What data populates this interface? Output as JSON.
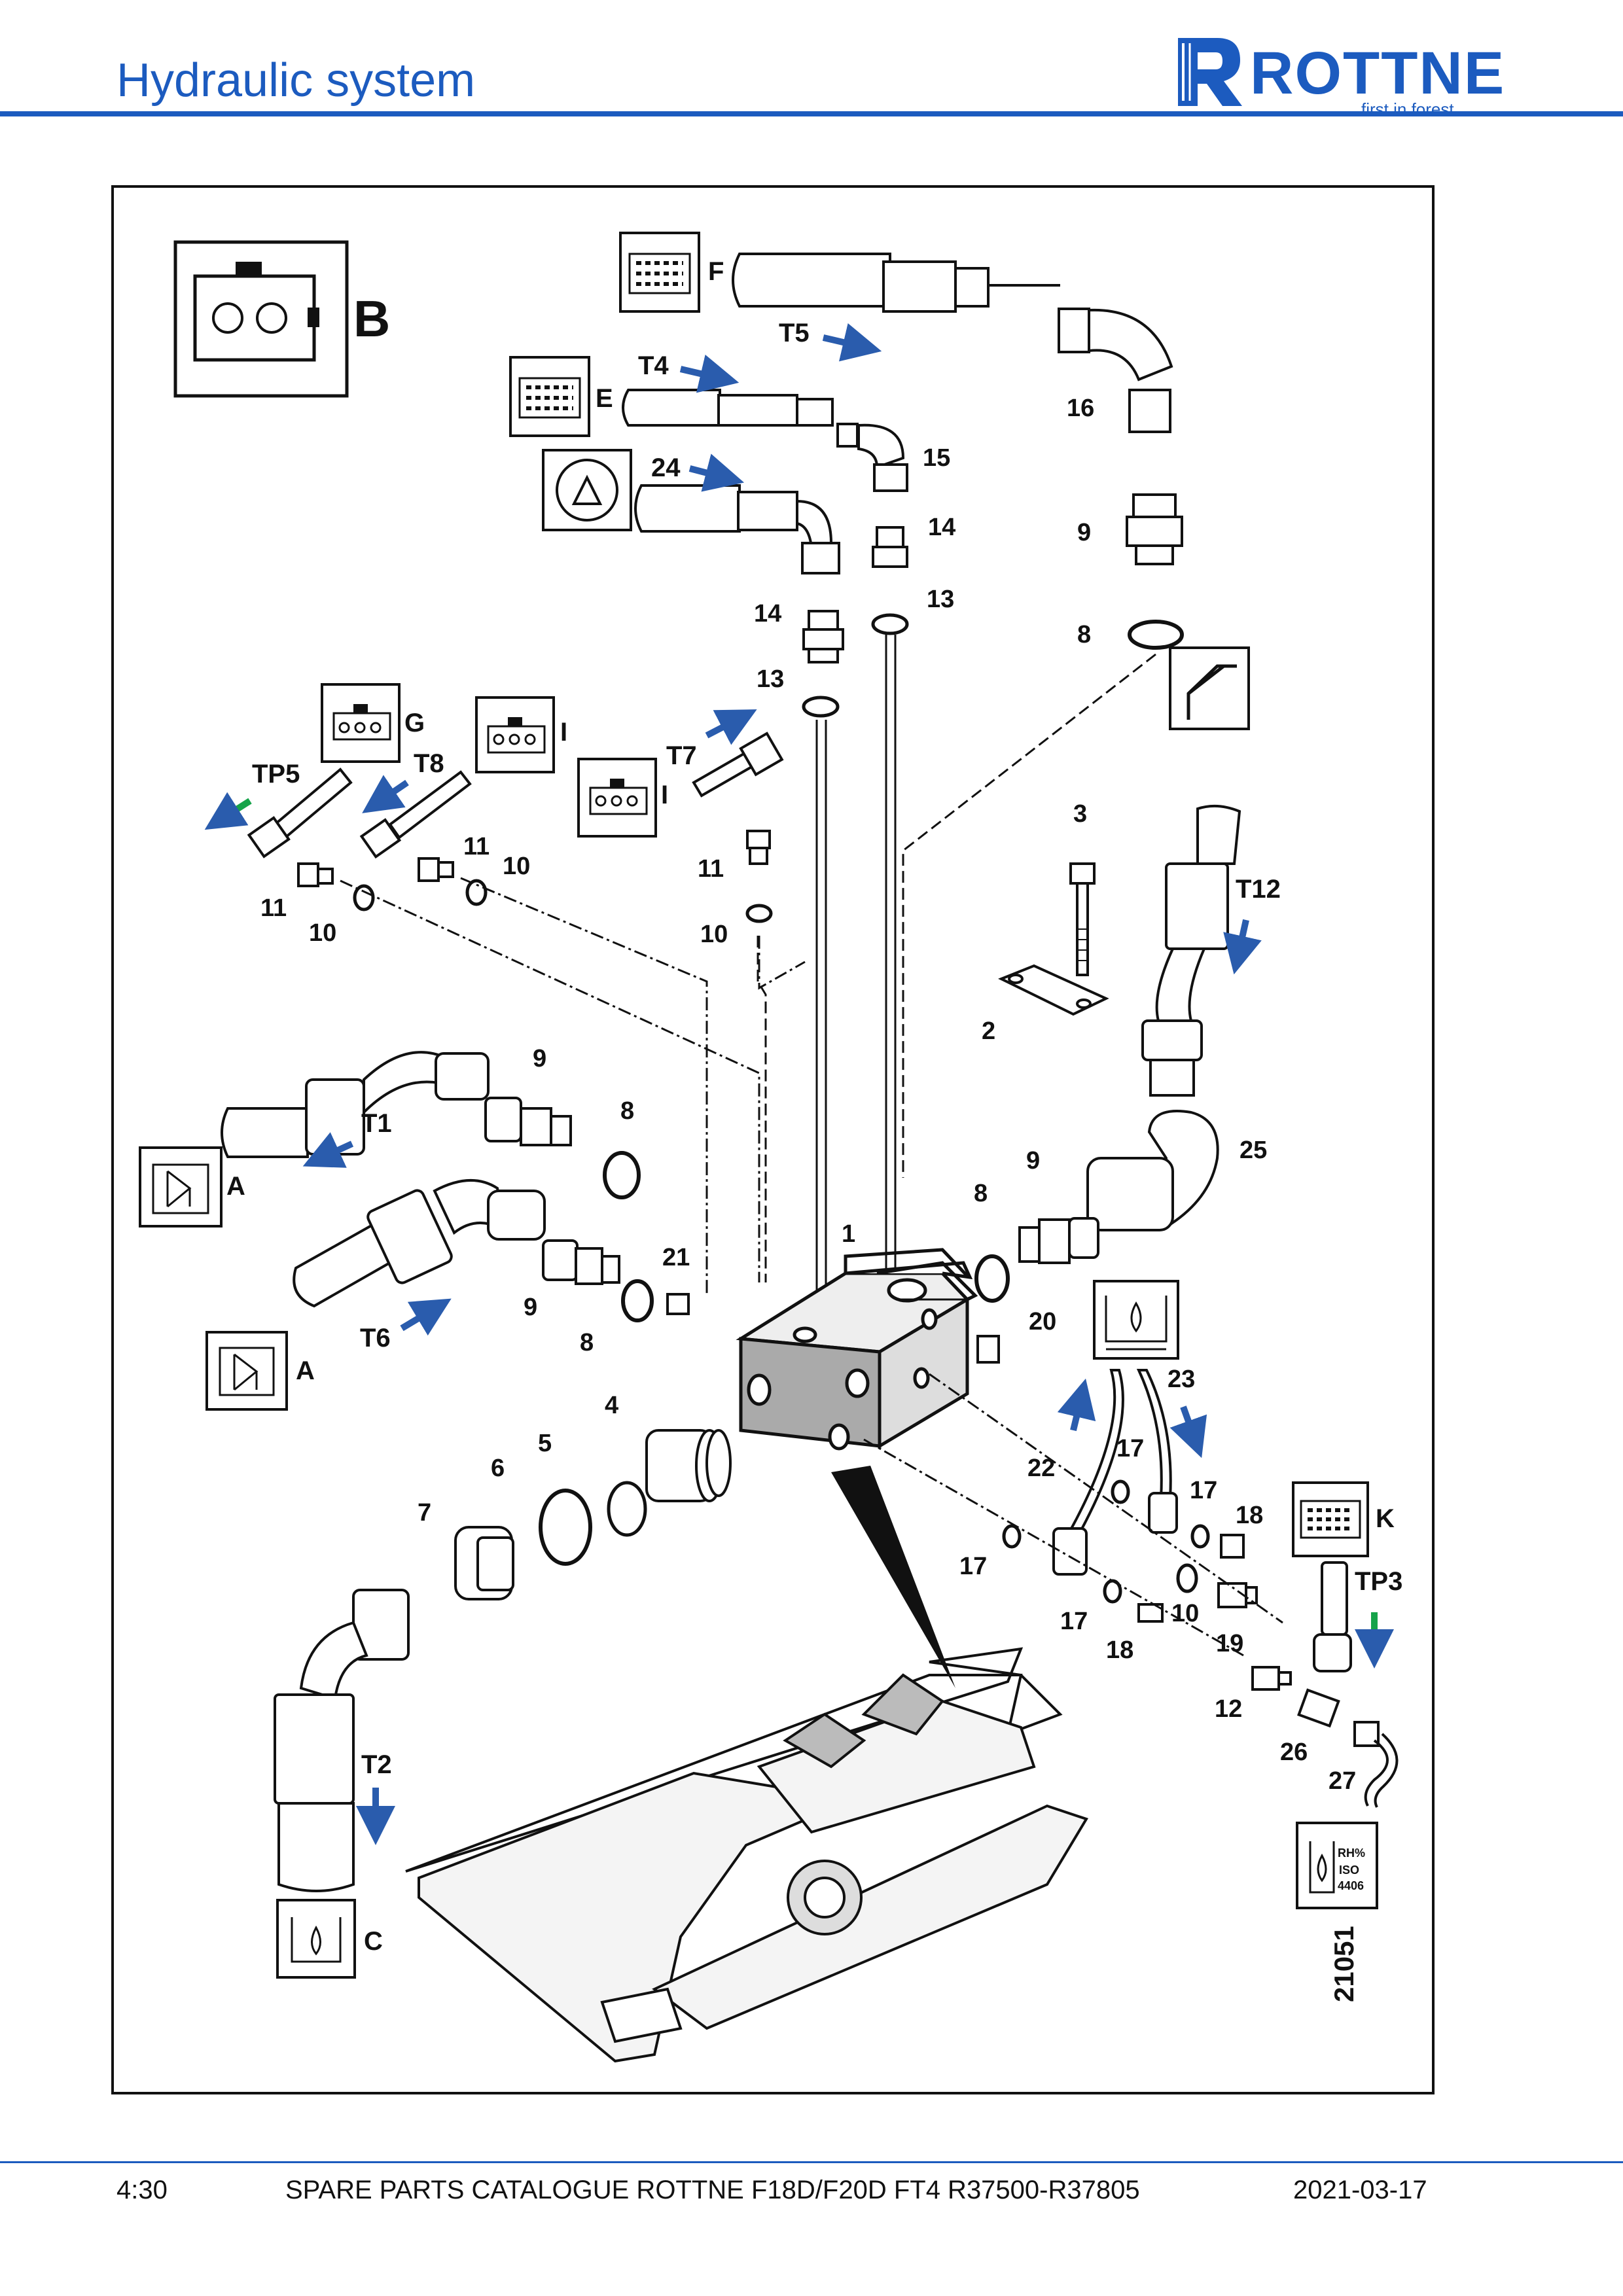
{
  "header": {
    "title": "Hydraulic system"
  },
  "logo": {
    "word": "ROTTNE",
    "tagline": "first in forest"
  },
  "colors": {
    "brand_blue": "#1c5bbf",
    "flow_arrow_blue": "#2a5cad",
    "flow_arrow_green": "#16a34a"
  },
  "diagram": {
    "box_labels": {
      "B": "B",
      "F": "F",
      "E": "E",
      "G": "G",
      "I1": "I",
      "I2": "I",
      "K": "K",
      "A1": "A",
      "A2": "A",
      "C": "C"
    },
    "sensor_text": {
      "rh": "RH%",
      "iso": "ISO",
      "num": "4406"
    },
    "hose_labels": {
      "T5": "T5",
      "T4": "T4",
      "T7": "T7",
      "T8": "T8",
      "TP5": "TP5",
      "T12": "T12",
      "T1": "T1",
      "T6": "T6",
      "T2": "T2",
      "TP3": "TP3"
    },
    "parts": {
      "p16": "16",
      "p15": "15",
      "p14a": "14",
      "p14b": "14",
      "p13a": "13",
      "p13b": "13",
      "p9a": "9",
      "p8a": "8",
      "p24": "24",
      "p3": "3",
      "p2": "2",
      "p25": "25",
      "p9b": "9",
      "p8b": "8",
      "p1": "1",
      "p9c": "9",
      "p8c": "8",
      "p21": "21",
      "p9d": "9",
      "p8d": "8",
      "p20": "20",
      "p4": "4",
      "p5": "5",
      "p6": "6",
      "p7": "7",
      "p23": "23",
      "p22": "22",
      "p17a": "17",
      "p17b": "17",
      "p17c": "17",
      "p17d": "17",
      "p18a": "18",
      "p18b": "18",
      "p10a": "10",
      "p10b": "10",
      "p10c": "10",
      "p10d": "10",
      "p11a": "11",
      "p11b": "11",
      "p11c": "11",
      "p19": "19",
      "p12": "12",
      "p26": "26",
      "p27": "27"
    },
    "figure_number": "21051"
  },
  "footer": {
    "page": "4:30",
    "catalogue": "SPARE PARTS CATALOGUE ROTTNE F18D/F20D FT4 R37500-R37805",
    "date": "2021-03-17"
  }
}
